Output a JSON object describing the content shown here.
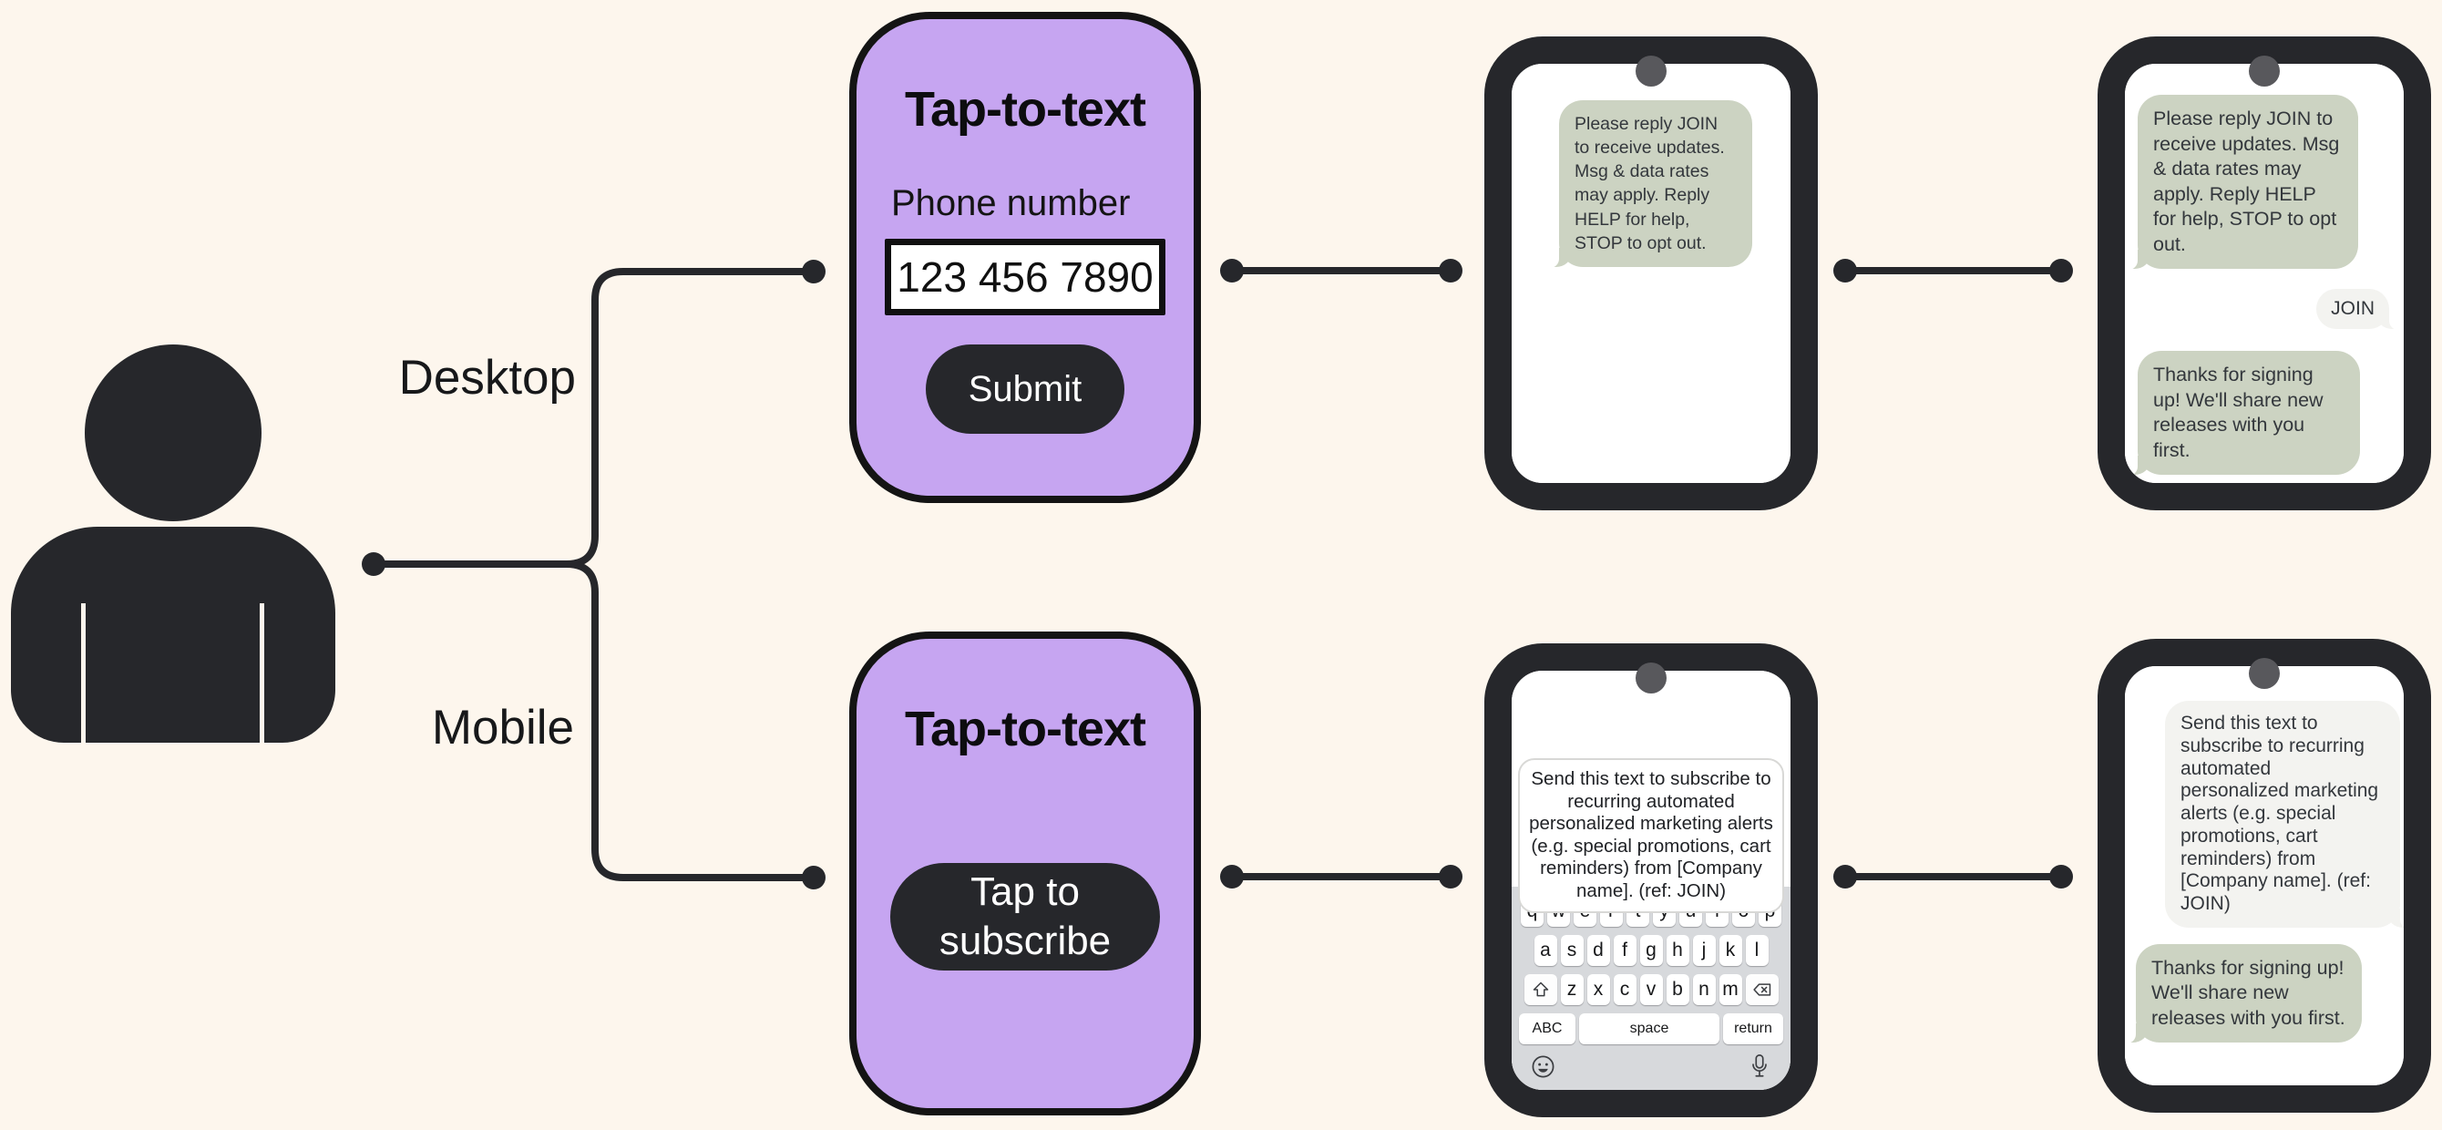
{
  "labels": {
    "desktop": "Desktop",
    "mobile": "Mobile"
  },
  "desktop_widget": {
    "title": "Tap-to-text",
    "phone_label": "Phone number",
    "phone_value": "123 456 7890",
    "submit_label": "Submit"
  },
  "mobile_widget": {
    "title": "Tap-to-text",
    "subscribe_label": "Tap to subscribe"
  },
  "messages": {
    "optin_prompt": "Please reply JOIN to receive updates. Msg & data rates may apply. Reply HELP for help, STOP to opt out.",
    "user_reply": "JOIN",
    "confirmation": "Thanks for signing up! We'll share new releases with you first.",
    "prefilled_sms": "Send this text to subscribe to recurring automated personalized marketing alerts (e.g. special promotions, cart reminders) from [Company name]. (ref: JOIN)"
  },
  "keyboard": {
    "row1": [
      "q",
      "w",
      "e",
      "r",
      "t",
      "y",
      "u",
      "i",
      "o",
      "p"
    ],
    "row2": [
      "a",
      "s",
      "d",
      "f",
      "g",
      "h",
      "j",
      "k",
      "l"
    ],
    "row3": [
      "z",
      "x",
      "c",
      "v",
      "b",
      "n",
      "m"
    ],
    "abc_label": "ABC",
    "space_label": "space",
    "return_label": "return"
  },
  "icons": {
    "shift-icon": "shift arrow",
    "backspace-icon": "backspace",
    "emoji-icon": "smiley face",
    "mic-icon": "microphone",
    "camera-dot": "front camera",
    "person-icon": "user silhouette"
  },
  "colors": {
    "background": "#fdf6ed",
    "ink": "#26272b",
    "accent_purple": "#c6a5f1",
    "inbound_bubble": "#ccd3c2",
    "outbound_bubble": "#f3f3f0",
    "keyboard_bg": "#d7d9dc"
  }
}
